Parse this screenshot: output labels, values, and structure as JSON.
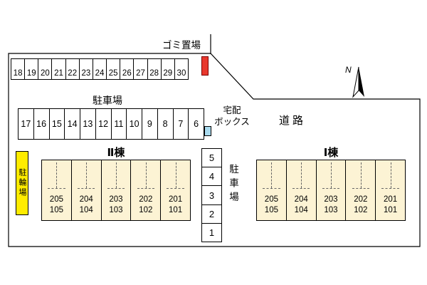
{
  "labels": {
    "garbage": "ゴミ置場",
    "parking_main": "駐車場",
    "parking_side": "駐車場",
    "delivery_line1": "宅配",
    "delivery_line2": "ボックス",
    "road": "道路",
    "north": "N",
    "bicycle": "駐輪場",
    "building2": "Ⅱ棟",
    "building1": "Ⅰ棟"
  },
  "parking": {
    "row_top": [
      "18",
      "19",
      "20",
      "21",
      "22",
      "23",
      "24",
      "25",
      "26",
      "27",
      "28",
      "29",
      "30"
    ],
    "row_mid": [
      "17",
      "16",
      "15",
      "14",
      "13",
      "12",
      "11",
      "10",
      "9",
      "8",
      "7",
      "6"
    ],
    "column": [
      "5",
      "4",
      "3",
      "2",
      "1"
    ]
  },
  "buildings": {
    "b2": [
      {
        "upper": "205",
        "lower": "105"
      },
      {
        "upper": "204",
        "lower": "104"
      },
      {
        "upper": "203",
        "lower": "103"
      },
      {
        "upper": "202",
        "lower": "102"
      },
      {
        "upper": "201",
        "lower": "101"
      }
    ],
    "b1": [
      {
        "upper": "205",
        "lower": "105"
      },
      {
        "upper": "204",
        "lower": "104"
      },
      {
        "upper": "203",
        "lower": "103"
      },
      {
        "upper": "202",
        "lower": "102"
      },
      {
        "upper": "201",
        "lower": "101"
      }
    ]
  },
  "colors": {
    "garbage_marker": "#e8382d",
    "delivery_marker": "#a9daee",
    "unit_fill": "#fcf3d4",
    "bicycle_fill": "#ffec00",
    "line": "#000000"
  }
}
